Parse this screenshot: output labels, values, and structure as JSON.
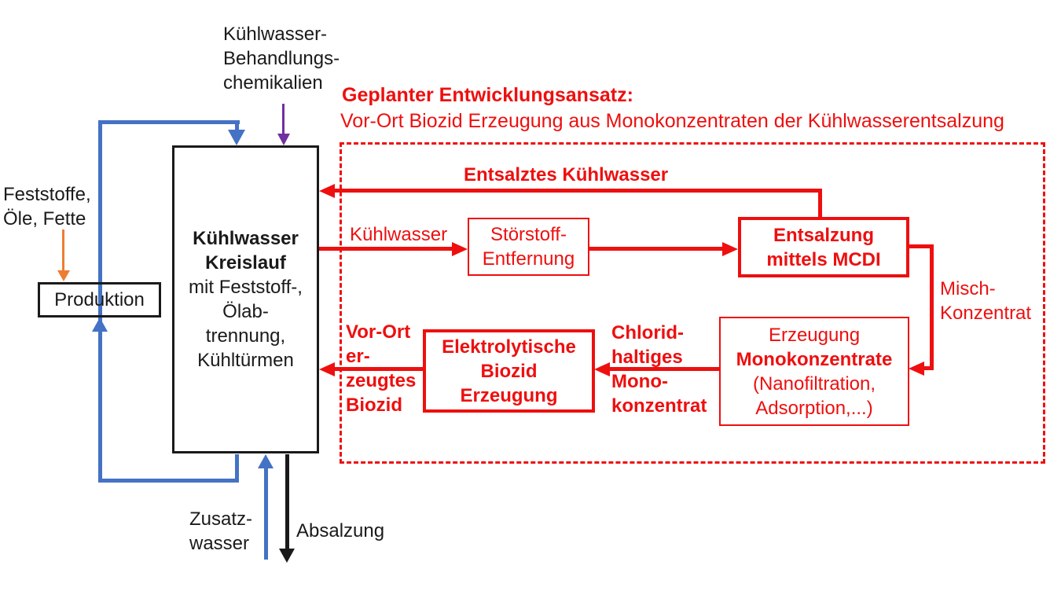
{
  "diagram": {
    "colors": {
      "red": "#ee0f0f",
      "blue": "#4472c4",
      "purple": "#7030a0",
      "orange": "#ed7d31",
      "black": "#1a1a1a"
    },
    "heading": {
      "line1": "Geplanter Entwicklungsansatz:",
      "line2": "Vor-Ort Biozid Erzeugung aus Monokonzentraten der Kühlwasserentsalzung"
    },
    "labels": {
      "chemicals": "Kühlwasser-\nBehandlungs-\nchemikalien",
      "feststoffe": "Feststoffe,\nÖle, Fette",
      "zusatzwasser": "Zusatz-\nwasser",
      "absalzung": "Absalzung"
    },
    "nodes": {
      "produktion": "Produktion",
      "main_title": "Kühlwasser\nKreislauf",
      "main_subtitle": "mit Feststoff-,\nÖlab-\ntrennung,\nKühltürmen",
      "stoerstoff": "Störstoff-\nEntfernung",
      "mcdi": "Entsalzung\nmittels MCDI",
      "erzeugung_line1": "Erzeugung",
      "erzeugung_line2": "Monokonzentrate",
      "erzeugung_line3": "(Nanofiltration,\nAdsorption,...)",
      "elektrolytisch": "Elektrolytische\nBiozid\nErzeugung"
    },
    "flows": {
      "entsalztes": "Entsalztes Kühlwasser",
      "kuehlwasser": "Kühlwasser",
      "misch": "Misch-\nKonzentrat",
      "chlorid": "Chlorid-\nhaltiges\nMono-\nkonzentrat",
      "vorort": "Vor-Ort\ner-\nzeugtes\nBiozid"
    }
  }
}
